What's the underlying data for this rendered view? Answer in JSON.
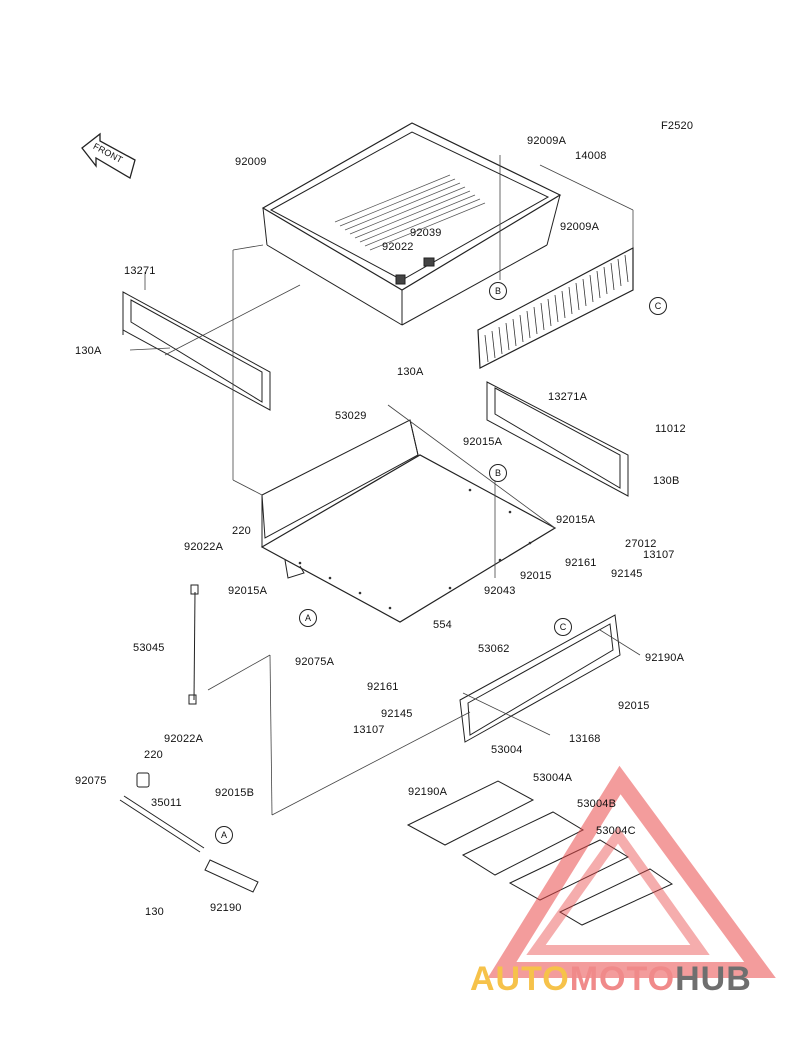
{
  "diagram": {
    "figure_code": "F2520",
    "front_label": "FRONT",
    "parts": {
      "p92009": "92009",
      "p92009A_top": "92009A",
      "p14008": "14008",
      "p92009A_side": "92009A",
      "p92039": "92039",
      "p92022": "92022",
      "p13271": "13271",
      "p130A_left": "130A",
      "p130A_mid": "130A",
      "p13271A": "13271A",
      "p11012": "11012",
      "p53029": "53029",
      "p92015A_top": "92015A",
      "p92015A_right": "92015A",
      "p130B": "130B",
      "p220_top": "220",
      "p92022A_top": "92022A",
      "p92015A_left": "92015A",
      "p92015": "92015",
      "p27012": "27012",
      "p13107_right": "13107",
      "p92161_right": "92161",
      "p92145_right": "92145",
      "p92043": "92043",
      "p53045": "53045",
      "p554": "554",
      "p53062": "53062",
      "p92190A_right": "92190A",
      "p92075A": "92075A",
      "p92161_mid": "92161",
      "p92015_right": "92015",
      "p92145_mid": "92145",
      "p13107_mid": "13107",
      "p13168": "13168",
      "p92022A_bottom": "92022A",
      "p220_bottom": "220",
      "p53004": "53004",
      "p53004A": "53004A",
      "p92075": "92075",
      "p35011": "35011",
      "p92015B": "92015B",
      "p92190A_bottom": "92190A",
      "p53004B": "53004B",
      "p53004C": "53004C",
      "p130": "130",
      "p92190": "92190"
    },
    "refs": {
      "refB_top": "B",
      "refC_top": "C",
      "refB_mid": "B",
      "refA_mid": "A",
      "refC_mid": "C",
      "refA_bottom": "A"
    }
  },
  "watermark": {
    "part1": "AUTO",
    "part2": "MOTO",
    "part3": "HUB",
    "colors": {
      "auto": "#f6c24a",
      "moto": "#f08a8a",
      "hub": "#6f6f6f",
      "triangle": "#e94a4a"
    }
  }
}
